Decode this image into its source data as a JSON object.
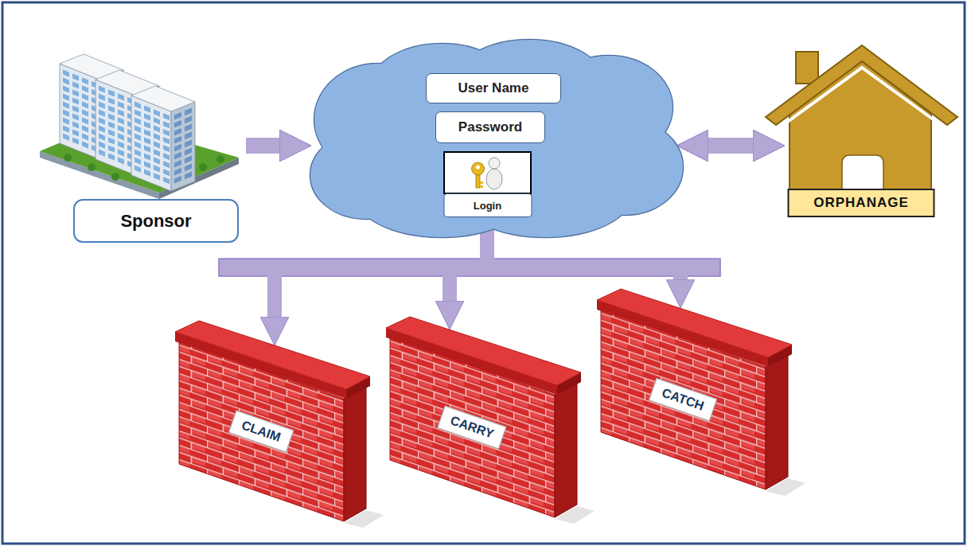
{
  "diagram": {
    "nodes": [
      {
        "text": [
          "Sponsor"
        ]
      },
      {
        "text": []
      },
      {
        "text": [
          "User Name"
        ],
        "in": 1
      },
      {
        "text": [
          "Password"
        ],
        "in": 1
      },
      {
        "text": [
          "Login"
        ],
        "in": 1
      },
      {
        "text": [
          "ORPHANAGE"
        ]
      },
      {
        "text": [
          "CLAIM"
        ]
      },
      {
        "text": [
          "CARRY"
        ]
      },
      {
        "text": [
          "CATCH"
        ]
      }
    ],
    "edges": [
      {
        "from": 0,
        "to": 1,
        "arrow": "to"
      },
      {
        "from": 1,
        "to": 5,
        "arrow": "both"
      },
      {
        "from": 1,
        "to": 6,
        "arrow": "to"
      },
      {
        "from": 1,
        "to": 7,
        "arrow": "to"
      },
      {
        "from": 1,
        "to": 8,
        "arrow": "to"
      }
    ]
  }
}
